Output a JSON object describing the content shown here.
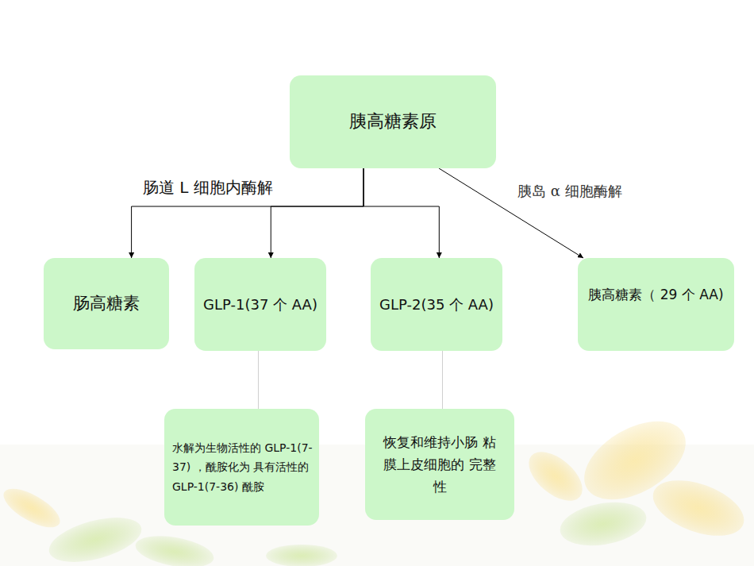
{
  "diagram": {
    "nodes": [
      {
        "text": [
          "胰高糖素原"
        ]
      },
      {
        "text": [
          "肠高糖素"
        ]
      },
      {
        "text": [
          "GLP-1(37 个 AA)"
        ]
      },
      {
        "text": [
          "GLP-2(35 个 AA)"
        ]
      },
      {
        "text": [
          "胰高糖素（ 29 个 AA)"
        ]
      },
      {
        "text": [
          "水解为生物活性的 GLP-1(7-37) ，酰胺化为 具有活性的 GLP-1(7-36) 酰胺"
        ]
      },
      {
        "text": [
          "恢复和维持小肠 粘膜上皮细胞的 完整性"
        ]
      }
    ],
    "edges": [
      {
        "from": 0,
        "to": 1,
        "arrow": "to",
        "label": "肠道 L 细胞内酶解"
      },
      {
        "from": 0,
        "to": 2,
        "arrow": "to"
      },
      {
        "from": 0,
        "to": 3,
        "arrow": "to"
      },
      {
        "from": 0,
        "to": 4,
        "arrow": "to",
        "label": "胰岛 α 细胞酶解"
      },
      {
        "from": 2,
        "to": 5,
        "arrow": "none"
      },
      {
        "from": 3,
        "to": 6,
        "arrow": "none"
      }
    ]
  }
}
